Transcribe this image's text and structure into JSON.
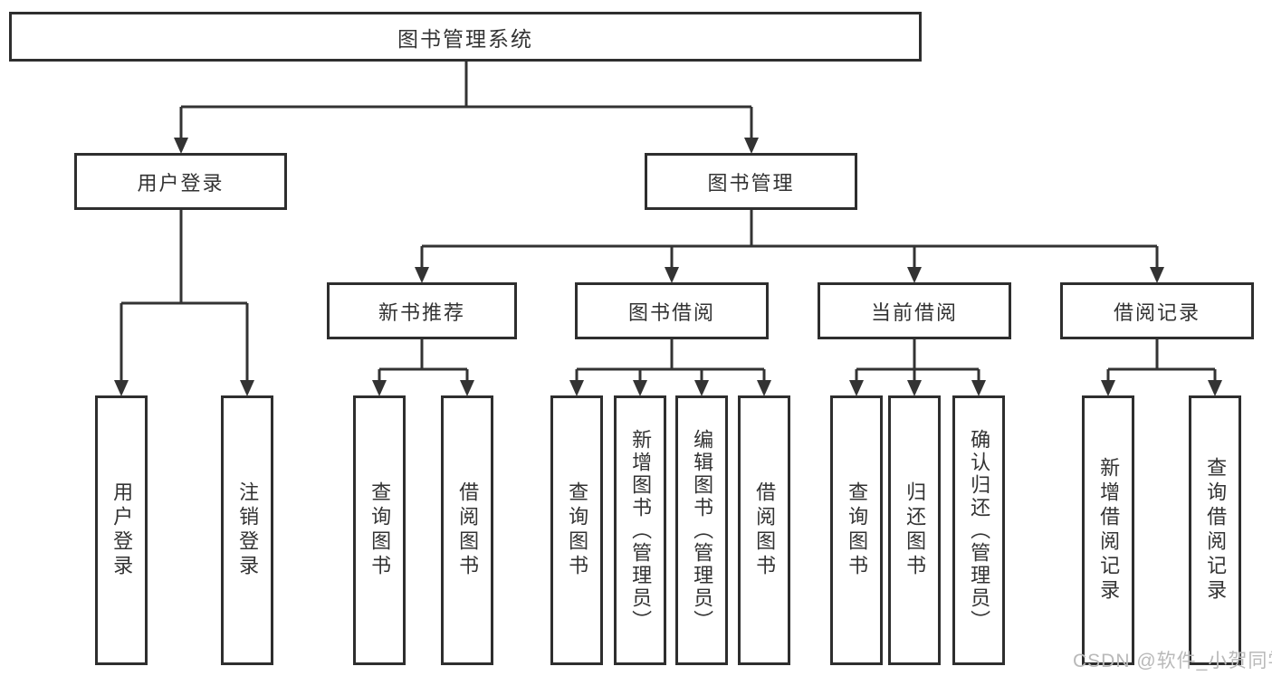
{
  "title": "图书管理系统",
  "colors": {
    "background": "#ffffff",
    "line": "#333333",
    "box_border": "#2e2e2e",
    "text": "#333333",
    "watermark": "#b9b9b9"
  },
  "watermark": {
    "text": "CSDN @软件_小贺同学"
  },
  "tree": {
    "root": {
      "label": "图书管理系统"
    },
    "branches": [
      {
        "label": "用户登录",
        "children": [
          {
            "label": "用户登录"
          },
          {
            "label": "注销登录"
          }
        ]
      },
      {
        "label": "图书管理",
        "children": [
          {
            "label": "新书推荐",
            "children": [
              {
                "label": "查询图书"
              },
              {
                "label": "借阅图书"
              }
            ]
          },
          {
            "label": "图书借阅",
            "children": [
              {
                "label": "查询图书"
              },
              {
                "label": "新增图书（管理员）"
              },
              {
                "label": "编辑图书（管理员）"
              },
              {
                "label": "借阅图书"
              }
            ]
          },
          {
            "label": "当前借阅",
            "children": [
              {
                "label": "查询图书"
              },
              {
                "label": "归还图书"
              },
              {
                "label": "确认归还（管理员）"
              }
            ]
          },
          {
            "label": "借阅记录",
            "children": [
              {
                "label": "新增借阅记录"
              },
              {
                "label": "查询借阅记录"
              }
            ]
          }
        ]
      }
    ]
  }
}
